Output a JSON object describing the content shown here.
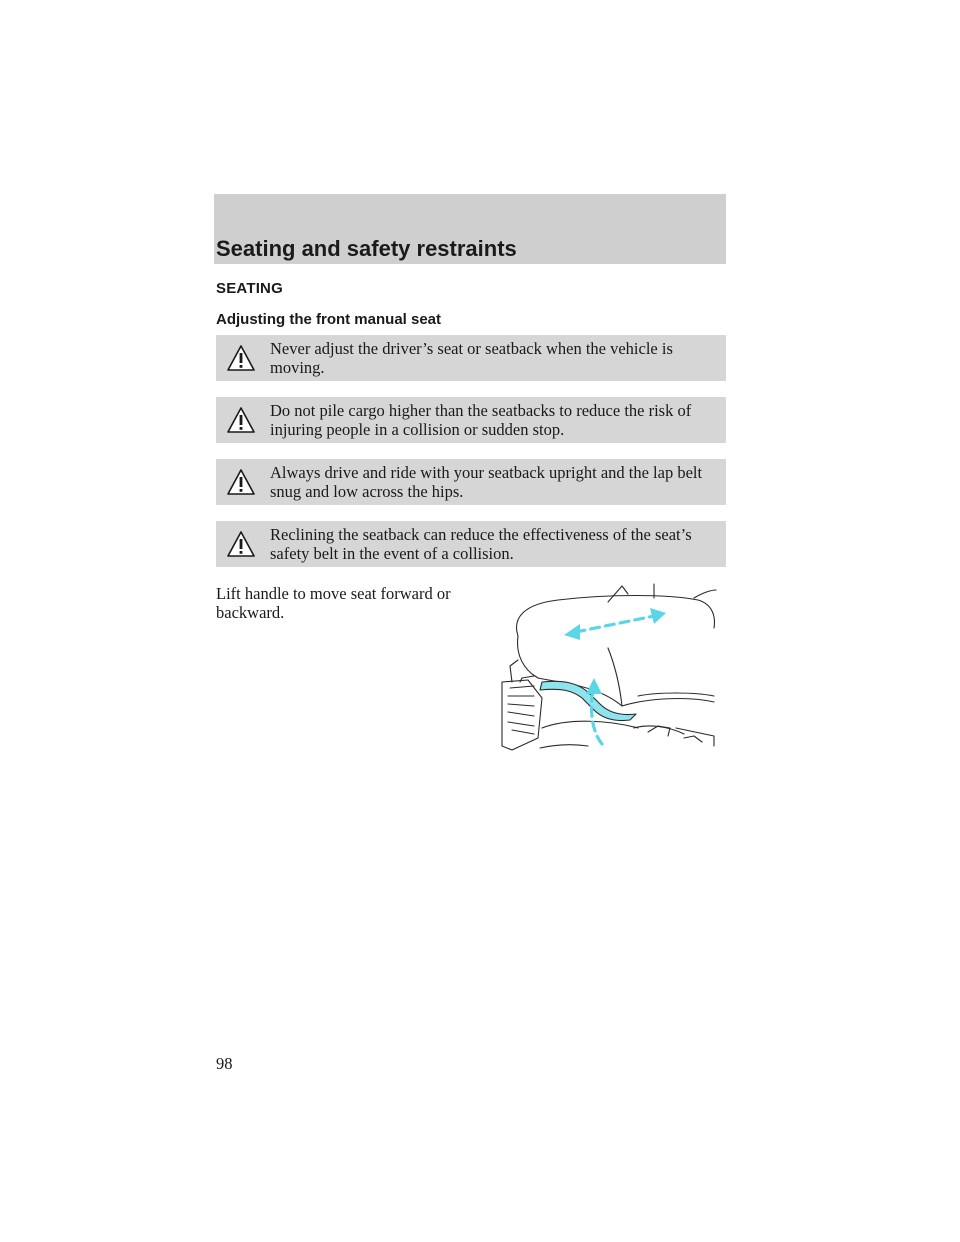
{
  "header": {
    "title": "Seating and safety restraints"
  },
  "section": {
    "heading": "SEATING",
    "subheading": "Adjusting the front manual seat"
  },
  "warnings": [
    {
      "text": "Never adjust the driver’s seat or seatback when the vehicle is moving."
    },
    {
      "text": "Do not pile cargo higher than the seatbacks to reduce the risk of injuring people in a collision or sudden stop."
    },
    {
      "text": "Always drive and ride with your seatback upright and the lap belt snug and low across the hips."
    },
    {
      "text": "Reclining the seatback can reduce the effectiveness of the seat’s safety belt in the event of a collision."
    }
  ],
  "body": {
    "instruction": "Lift handle to move seat forward or backward."
  },
  "illustration": {
    "icon": "seat-adjust-illustration",
    "arrow_color": "#5ad6e6",
    "handle_color": "#8fe3ee"
  },
  "page": {
    "number": "98"
  },
  "colors": {
    "band": "#cfcfcf",
    "warning_bg": "#d6d6d6"
  }
}
